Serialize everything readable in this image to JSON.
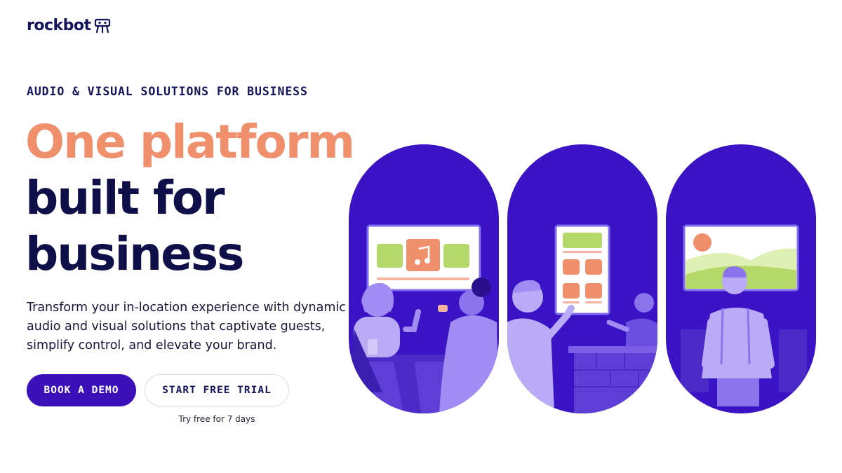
{
  "brand": {
    "name": "rockbot",
    "logo_icon": "rockbot-robot-icon"
  },
  "hero": {
    "eyebrow": "AUDIO & VISUAL SOLUTIONS FOR BUSINESS",
    "headline_line1": "One platform",
    "headline_line2": "built for",
    "headline_line3": "business",
    "description": "Transform your in-location experience with dynamic audio and visual solutions that captivate guests, simplify control, and elevate your brand."
  },
  "cta": {
    "primary_label": "BOOK A DEMO",
    "secondary_label": "START FREE TRIAL",
    "secondary_note": "Try free for 7 days"
  },
  "illustrations": {
    "panel_1": "music-screen-cafe",
    "panel_2": "menu-board-counter",
    "panel_3": "landscape-display-viewer"
  },
  "colors": {
    "accent": "#ef8f6c",
    "navy": "#0f0f4a",
    "brand_purple": "#3a10b8",
    "panel_bg": "#3a14c4",
    "lime": "#b4d96a"
  }
}
